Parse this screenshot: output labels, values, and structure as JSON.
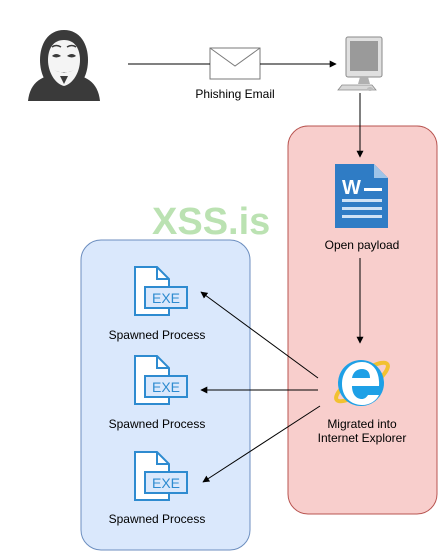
{
  "watermark": "XSS.is",
  "labels": {
    "phishing": "Phishing Email",
    "open_payload": "Open payload",
    "migrated": "Migrated into\nInternet Explorer",
    "spawned": [
      "Spawned Process",
      "Spawned Process",
      "Spawned Process"
    ]
  },
  "icons": {
    "attacker": "anonymous-hacker-icon",
    "email": "envelope-icon",
    "computer": "desktop-computer-icon",
    "document": "word-document-icon",
    "browser": "internet-explorer-icon",
    "process": "exe-file-icon"
  },
  "colors": {
    "victim_zone_fill": "#f8cecc",
    "victim_zone_stroke": "#b85450",
    "process_zone_fill": "#dae8fc",
    "process_zone_stroke": "#6c8ebf",
    "icon_blue": "#2e8bd0",
    "word_blue": "#2f7cc5",
    "watermark": "#97d38a"
  }
}
